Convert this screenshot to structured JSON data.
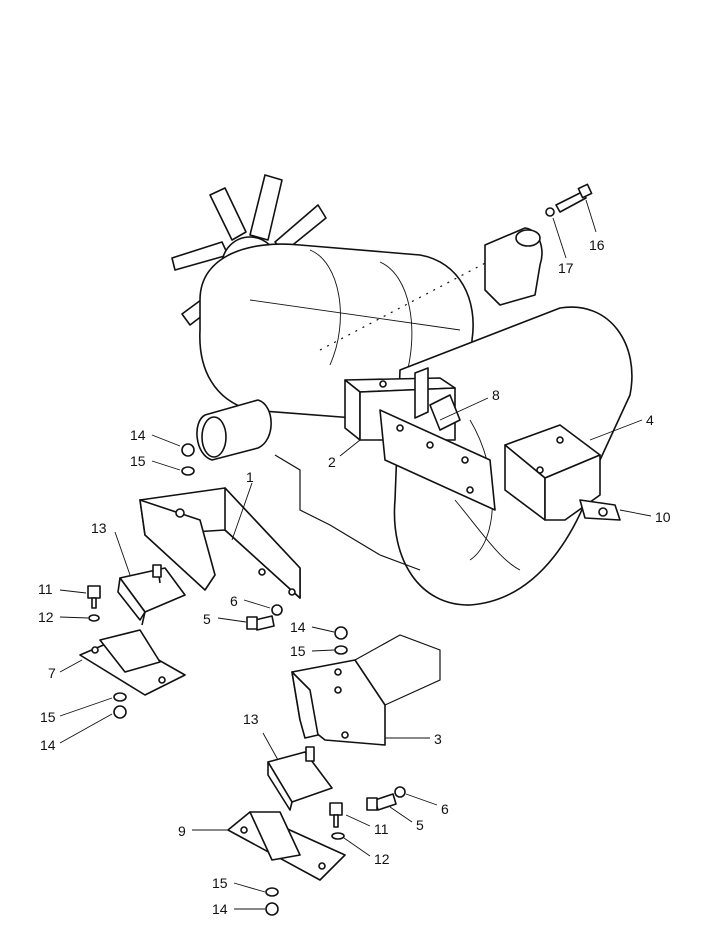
{
  "diagram": {
    "labels": {
      "p1": "1",
      "p2": "2",
      "p3": "3",
      "p4": "4",
      "p5a": "5",
      "p5b": "5",
      "p6a": "6",
      "p6b": "6",
      "p7": "7",
      "p8": "8",
      "p9": "9",
      "p10": "10",
      "p11a": "11",
      "p11b": "11",
      "p12a": "12",
      "p12b": "12",
      "p13a": "13",
      "p13b": "13",
      "p14a": "14",
      "p14b": "14",
      "p14c": "14",
      "p14d": "14",
      "p15a": "15",
      "p15b": "15",
      "p15c": "15",
      "p15d": "15",
      "p16": "16",
      "p17": "17"
    }
  }
}
